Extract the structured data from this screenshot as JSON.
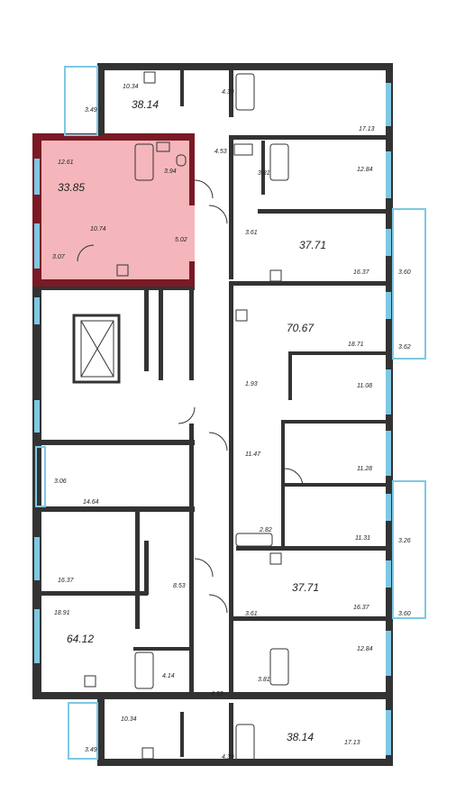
{
  "plan": {
    "highlight_color": "#f4b6ba",
    "wall_color": "#333333",
    "highlight_wall_color": "#7a1a24",
    "window_color": "#7ec8e3",
    "labels": {
      "a1_total": "38.14",
      "a1_room": "10.34",
      "a1_balcony": "3.49",
      "a1_bath": "4.39",
      "a1_living": "17.13",
      "hall_top": "4.53",
      "sel_total": "33.85",
      "sel_room": "12.61",
      "sel_bath": "3.94",
      "sel_kitchen": "10.74",
      "sel_loggia": "3.07",
      "sel_hall": "5.02",
      "a3_bath": "3.81",
      "a3_room": "12.84",
      "a3_hall": "3.61",
      "a3_total": "37.71",
      "a3_kitchen": "16.37",
      "a3_balcony": "3.60",
      "a4_total": "70.67",
      "a4_kitchen": "18.71",
      "a4_balcony": "3.62",
      "a4_wc": "1.93",
      "a4_room1": "11.08",
      "a4_hall": "11.47",
      "a4_room2": "11.28",
      "a4_bath": "2.82",
      "a4_room3": "11.31",
      "a4_balcony2": "3.26",
      "a5_total": "37.71",
      "a5_kitchen": "16.37",
      "a5_hall": "3.61",
      "a5_balcony": "3.60",
      "a5_room": "12.84",
      "a5_bath": "3.81",
      "hall_bottom": "4.53",
      "a6_total": "38.14",
      "a6_room": "10.34",
      "a6_balcony": "3.49",
      "a6_bath": "4.39",
      "a6_living": "17.13",
      "b_balcony": "3.06",
      "b_room": "14.64",
      "b_kitchen": "16.37",
      "b_hall": "8.53",
      "b_room2": "18.91",
      "b_total": "64.12",
      "b_bath": "4.14"
    }
  }
}
